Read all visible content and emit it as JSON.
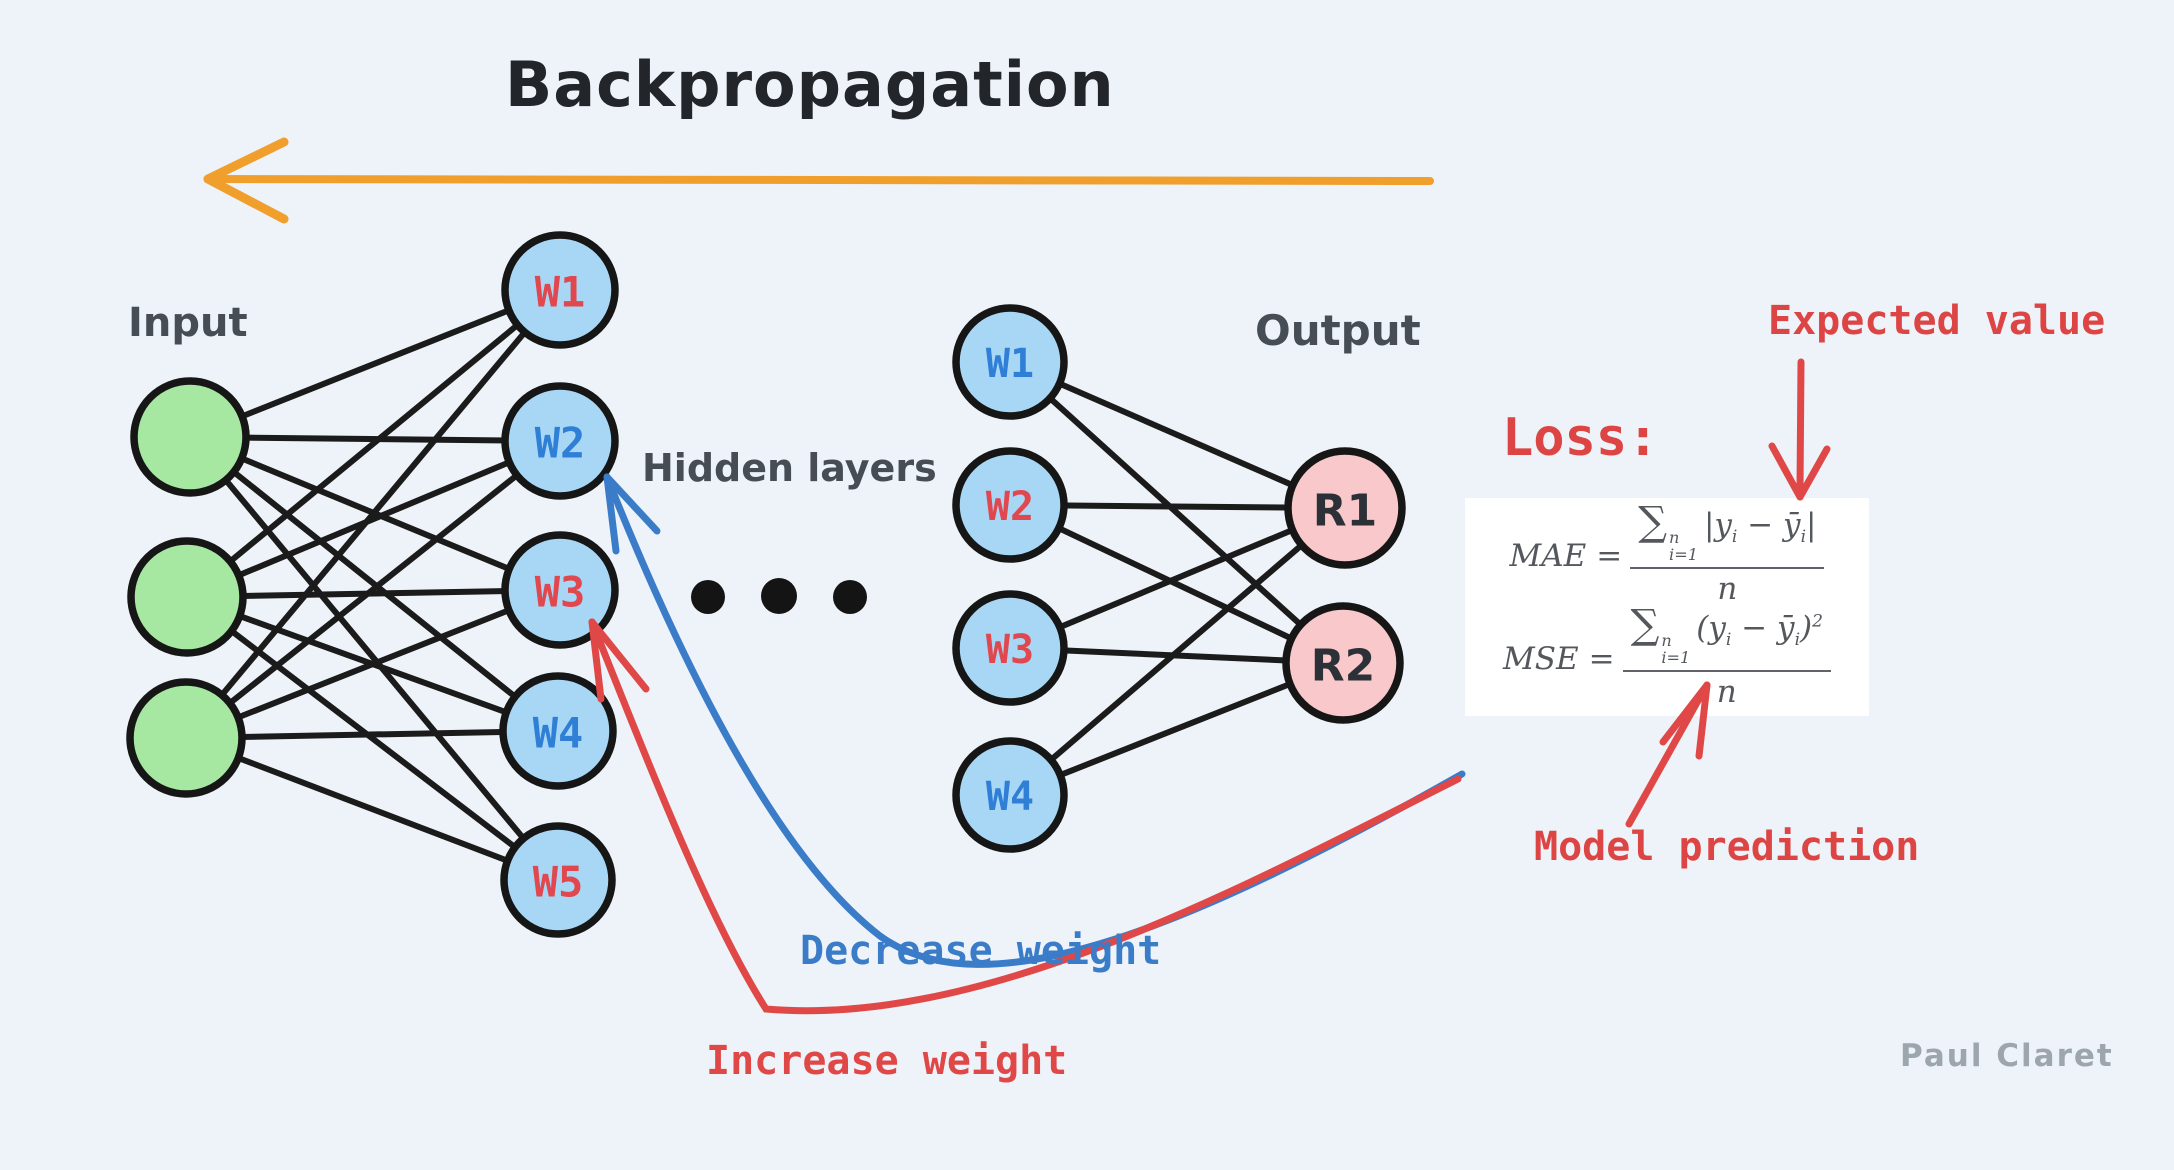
{
  "title": "Backpropagation",
  "colors": {
    "background": "#edf3f8",
    "orange_arrow": "#f09f2c",
    "edge_black": "#1b1b1b",
    "node_green_fill": "#a6e7a2",
    "node_blue_fill": "#a8d7f6",
    "node_pink_fill": "#f9c8ca",
    "label_red": "#e0474e",
    "label_blue": "#2f7fd6",
    "curve_blue": "#3b7cc9",
    "curve_red": "#e04848",
    "hand_text_gray": "#474d54",
    "signature_gray": "#9da5ad",
    "formula_gray": "#54585d"
  },
  "network": {
    "input_label": "Input",
    "output_label": "Output",
    "hidden_label": "Hidden layers",
    "ellipsis": "dots-icon",
    "input_nodes": [
      "",
      "",
      ""
    ],
    "hidden1": [
      {
        "label": "W1",
        "color": "red"
      },
      {
        "label": "W2",
        "color": "blue"
      },
      {
        "label": "W3",
        "color": "red"
      },
      {
        "label": "W4",
        "color": "blue"
      },
      {
        "label": "W5",
        "color": "red"
      }
    ],
    "hidden2": [
      {
        "label": "W1",
        "color": "blue"
      },
      {
        "label": "W2",
        "color": "red"
      },
      {
        "label": "W3",
        "color": "red"
      },
      {
        "label": "W4",
        "color": "blue"
      }
    ],
    "outputs": [
      {
        "label": "R1"
      },
      {
        "label": "R2"
      }
    ]
  },
  "loss": {
    "heading": "Loss:",
    "mae": {
      "lhs": "MAE",
      "eq": "=",
      "sum": "∑",
      "sum_sup": "n",
      "sum_sub": "i=1",
      "n1": "|y",
      "n2": "i",
      "n3": " − ȳ",
      "n4": "i",
      "n5": "|",
      "den": "n"
    },
    "mse": {
      "lhs": "MSE",
      "eq": "=",
      "sum": "∑",
      "sum_sup": "n",
      "sum_sub": "i=1",
      "n1": "(y",
      "n2": "i",
      "n3": " − ȳ",
      "n4": "i",
      "n5": ")",
      "pow": "2",
      "den": "n"
    }
  },
  "annotations": {
    "expected_value": "Expected value",
    "model_prediction": "Model prediction",
    "decrease_weight": "Decrease weight",
    "increase_weight": "Increase weight"
  },
  "signature": "Paul Claret"
}
